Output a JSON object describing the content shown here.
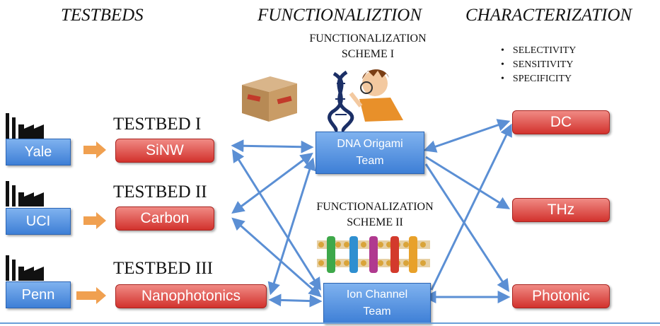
{
  "columns": {
    "testbeds": "TESTBEDS",
    "functionalization": "FUNCTIONALIZTION",
    "characterization": "CHARACTERIZATION"
  },
  "scheme1": {
    "line1": "FUNCTIONALIZATION",
    "line2": "SCHEME I"
  },
  "scheme2": {
    "line1": "FUNCTIONALIZATION",
    "line2": "SCHEME II"
  },
  "characteristics": [
    "SELECTIVITY",
    "SENSITIVITY",
    "SPECIFICITY"
  ],
  "institutions": [
    "Yale",
    "UCI",
    "Penn"
  ],
  "testbeds": [
    {
      "title": "TESTBED I",
      "label": "SiNW"
    },
    {
      "title": "TESTBED II",
      "label": "Carbon"
    },
    {
      "title": "TESTBED III",
      "label": "Nanophotonics"
    }
  ],
  "teams": {
    "dna": {
      "line1": "DNA Origami",
      "line2": "Team"
    },
    "ion": {
      "line1": "Ion Channel",
      "line2": "Team"
    }
  },
  "outputs": [
    "DC",
    "THz",
    "Photonic"
  ],
  "colors": {
    "arrow_blue": "#5b8fd4",
    "arrow_orange": "#f0a050",
    "box_blue": "#4a88dc",
    "box_red": "#d9403a"
  }
}
